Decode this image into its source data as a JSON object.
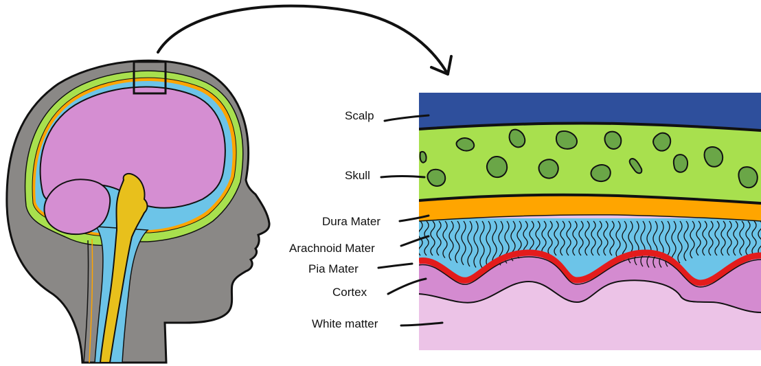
{
  "labels": {
    "scalp": "Scalp",
    "skull": "Skull",
    "dura_mater": "Dura Mater",
    "arachnoid_mater": "Arachnoid Mater",
    "pia_mater": "Pia Mater",
    "cortex": "Cortex",
    "white_matter": "White matter"
  },
  "colors": {
    "head_skin": "#8a8886",
    "bone": "#a8e04e",
    "dura": "#ffa500",
    "csf": "#6cc4e8",
    "brain": "#d58ed2",
    "brainstem": "#e8c01c",
    "scalp_layer": "#2e4f9c",
    "pia": "#e31c1c",
    "cortex_layer": "#d48bd0",
    "white_matter": "#ecc3e7",
    "skull_spots": "#6aa647"
  }
}
